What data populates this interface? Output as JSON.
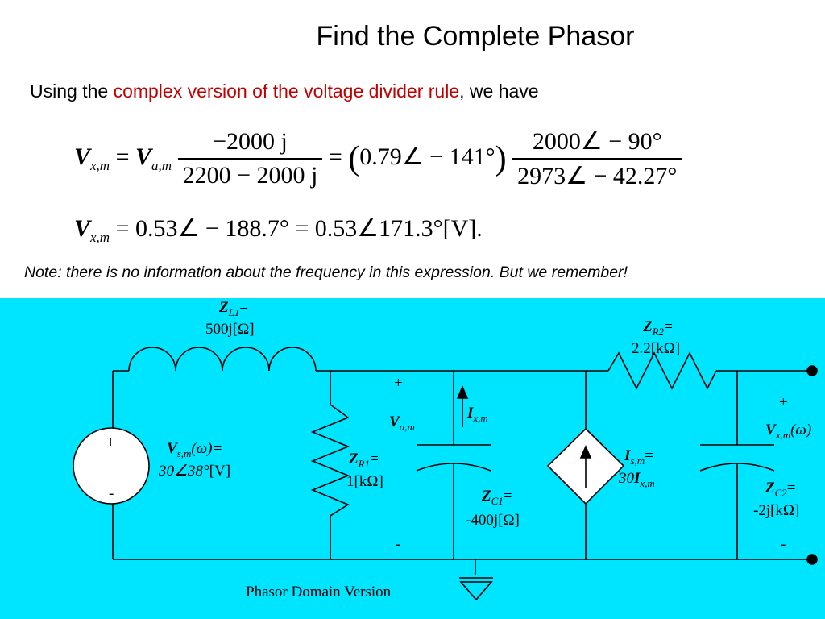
{
  "title": "Find the Complete Phasor",
  "subtitle": {
    "prefix": "Using the ",
    "highlight": "complex version of the voltage divider rule",
    "suffix": ", we have"
  },
  "equation1": {
    "lhs_var": "V",
    "lhs_sub": "x,m",
    "eq": "=",
    "rhs_var": "V",
    "rhs_sub": "a,m",
    "frac1_num": "−2000 j",
    "frac1_den": "2200 − 2000 j",
    "eq2": "=",
    "paren_value": "0.79∠ − 141°",
    "frac2_num": "2000∠ − 90°",
    "frac2_den": "2973∠ − 42.27°"
  },
  "equation2": {
    "lhs_var": "V",
    "lhs_sub": "x,m",
    "rhs": "= 0.53∠ − 188.7° = 0.53∠171.3°[V]."
  },
  "note": "Note: there is no information about the frequency in this expression. But we remember!",
  "circuit": {
    "caption": "Phasor Domain Version",
    "source": {
      "plus": "+",
      "minus": "-",
      "var": "V",
      "sub": "s,m",
      "func": "(ω)=",
      "value": "30∠38°",
      "unit": "[V]"
    },
    "zl1": {
      "var": "Z",
      "sub": "L1",
      "eq": "=",
      "value": "500j[Ω]"
    },
    "zr1": {
      "var": "Z",
      "sub": "R1",
      "eq": "=",
      "value": "1[kΩ]"
    },
    "va": {
      "plus": "+",
      "minus": "-",
      "var": "V",
      "sub": "a,m"
    },
    "ix": {
      "var": "I",
      "sub": "x,m"
    },
    "zc1": {
      "var": "Z",
      "sub": "C1",
      "eq": "=",
      "value": "-400j[Ω]"
    },
    "zr2": {
      "var": "Z",
      "sub": "R2",
      "eq": "=",
      "value": "2.2[kΩ]"
    },
    "is": {
      "var": "I",
      "sub": "s,m",
      "eq": "=",
      "coef": "30",
      "var2": "I",
      "sub2": "x,m"
    },
    "vx": {
      "plus": "+",
      "minus": "-",
      "var": "V",
      "sub": "x,m",
      "func": "(ω)"
    },
    "zc2": {
      "var": "Z",
      "sub": "C2",
      "eq": "=",
      "value": "-2j[kΩ]"
    }
  },
  "colors": {
    "panel": "#00e5ff",
    "highlight": "#c00000"
  }
}
